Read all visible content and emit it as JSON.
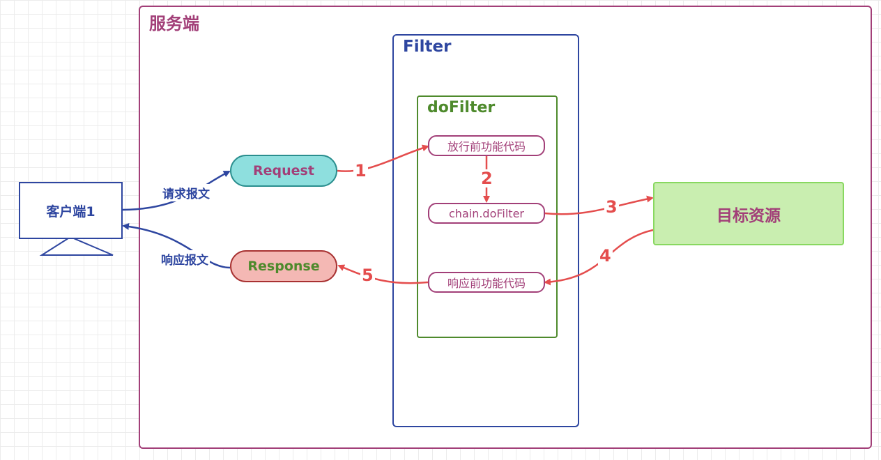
{
  "server": {
    "title": "服务端"
  },
  "filter": {
    "title": "Filter"
  },
  "dofilter": {
    "title": "doFilter",
    "pre_code": "放行前功能代码",
    "chain_call": "chain.doFilter",
    "post_code": "响应前功能代码"
  },
  "request": {
    "label": "Request"
  },
  "response": {
    "label": "Response"
  },
  "target": {
    "label": "目标资源"
  },
  "client": {
    "label": "客户端1"
  },
  "messages": {
    "request_msg": "请求报文",
    "response_msg": "响应报文"
  },
  "steps": [
    "1",
    "2",
    "3",
    "4",
    "5"
  ],
  "colors": {
    "server": "#a23f78",
    "filter": "#2e46a0",
    "dofilter": "#4e8a2c",
    "flow_arrow": "#e44d4d",
    "client_arrow": "#2e46a0"
  }
}
